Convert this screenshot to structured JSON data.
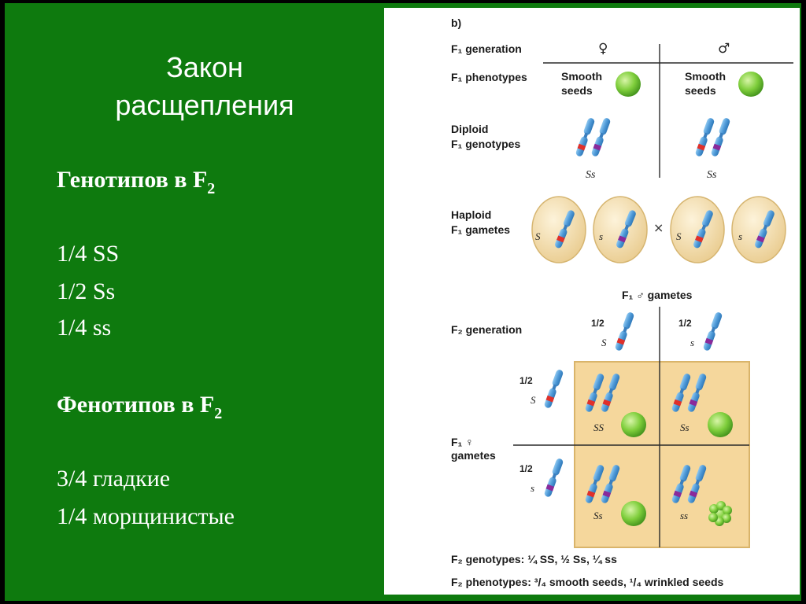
{
  "slide": {
    "title_line1": "Закон",
    "title_line2": "расщепления",
    "genotypes_heading": "Генотипов в F",
    "genotypes_sub": "2",
    "genotypes": [
      "1/4 SS",
      "1/2 Ss",
      "1/4 ss"
    ],
    "phenotypes_heading": "Фенотипов в F",
    "phenotypes_sub": "2",
    "phenotypes": [
      "3/4 гладкие",
      "1/4 морщинистые"
    ]
  },
  "figure": {
    "panel_label": "b)",
    "f1_generation": "F₁ generation",
    "female_symbol": "♀",
    "male_symbol": "♂",
    "f1_phenotypes": "F₁ phenotypes",
    "smooth": "Smooth",
    "seeds": "seeds",
    "diploid": "Diploid",
    "f1_genotypes": "F₁ genotypes",
    "Ss": "Ss",
    "haploid": "Haploid",
    "f1_gametes": "F₁ gametes",
    "S": "S",
    "s": "s",
    "cross": "×",
    "male_gametes": "F₁ ♂ gametes",
    "f2_generation": "F₂ generation",
    "half": "1/2",
    "female_gametes_1": "F₁ ♀",
    "female_gametes_2": "gametes",
    "SS": "SS",
    "ss": "ss",
    "f2_genotypes": "F₂ genotypes: ¼ SS, ½ Ss, ¼ ss",
    "f2_phenotypes": "F₂ phenotypes: ³/₄ smooth seeds, ¹/₄ wrinkled seeds"
  },
  "colors": {
    "background": "#0e7a0e",
    "chromosome": "#5aa8e0",
    "allele_S": "#e0302a",
    "allele_s": "#8a2a9a",
    "seed": "#7fce3c",
    "gamete": "#f3dcaa",
    "punnett": "#f5d79c"
  }
}
